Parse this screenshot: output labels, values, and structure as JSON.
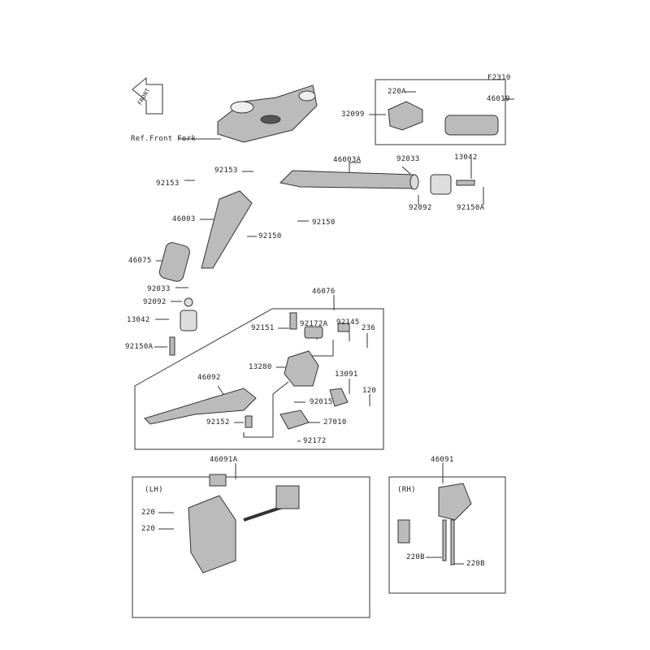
{
  "diagram_code": "F2310",
  "front_label": "FRONT",
  "sections": {
    "lh": "(LH)",
    "rh": "(RH)"
  },
  "parts": [
    {
      "id": "p1",
      "label": "220A"
    },
    {
      "id": "p2",
      "label": "32099"
    },
    {
      "id": "p3",
      "label": "46019"
    },
    {
      "id": "p4",
      "label": "Ref.Front Fork"
    },
    {
      "id": "p5",
      "label": "46003A"
    },
    {
      "id": "p6",
      "label": "92033"
    },
    {
      "id": "p7",
      "label": "13042"
    },
    {
      "id": "p8",
      "label": "92153"
    },
    {
      "id": "p9",
      "label": "92153"
    },
    {
      "id": "p10",
      "label": "46003"
    },
    {
      "id": "p11",
      "label": "92092"
    },
    {
      "id": "p12",
      "label": "92150A"
    },
    {
      "id": "p13",
      "label": "92150"
    },
    {
      "id": "p14",
      "label": "92150"
    },
    {
      "id": "p15",
      "label": "46075"
    },
    {
      "id": "p16",
      "label": "92033"
    },
    {
      "id": "p17",
      "label": "92092"
    },
    {
      "id": "p18",
      "label": "13042"
    },
    {
      "id": "p19",
      "label": "92150A"
    },
    {
      "id": "p20",
      "label": "46076"
    },
    {
      "id": "p21",
      "label": "92151"
    },
    {
      "id": "p22",
      "label": "92172A"
    },
    {
      "id": "p23",
      "label": "92145"
    },
    {
      "id": "p24",
      "label": "236"
    },
    {
      "id": "p25",
      "label": "13280"
    },
    {
      "id": "p26",
      "label": "13091"
    },
    {
      "id": "p27",
      "label": "46092"
    },
    {
      "id": "p28",
      "label": "120"
    },
    {
      "id": "p29",
      "label": "92015"
    },
    {
      "id": "p30",
      "label": "92152"
    },
    {
      "id": "p31",
      "label": "27010"
    },
    {
      "id": "p32",
      "label": "92172"
    },
    {
      "id": "p33",
      "label": "46091A"
    },
    {
      "id": "p34",
      "label": "46091"
    },
    {
      "id": "p35",
      "label": "220"
    },
    {
      "id": "p36",
      "label": "220"
    },
    {
      "id": "p37",
      "label": "220B"
    },
    {
      "id": "p38",
      "label": "220B"
    }
  ]
}
